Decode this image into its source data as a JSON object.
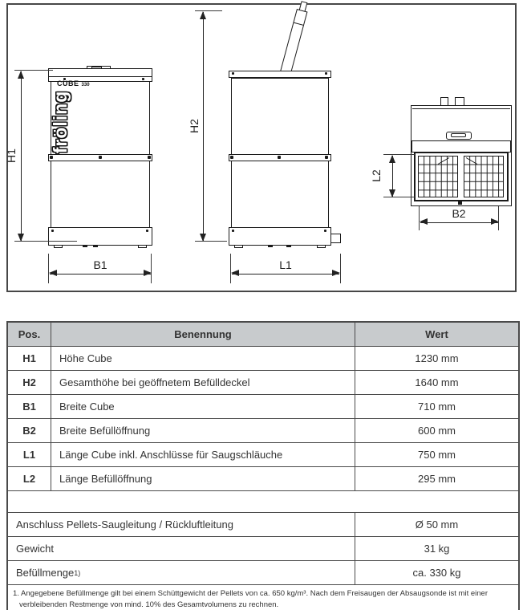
{
  "drawing": {
    "brand_logo": "fröling",
    "model_logo": "CUBE",
    "model_logo_suffix": "330",
    "labels": {
      "h1": "H1",
      "h2": "H2",
      "b1": "B1",
      "b2": "B2",
      "l1": "L1",
      "l2": "L2"
    }
  },
  "table": {
    "headers": {
      "pos": "Pos.",
      "name": "Benennung",
      "value": "Wert"
    },
    "rows": [
      {
        "pos": "H1",
        "name": "Höhe Cube",
        "value": "1230 mm"
      },
      {
        "pos": "H2",
        "name": "Gesamthöhe bei geöffnetem Befülldeckel",
        "value": "1640 mm"
      },
      {
        "pos": "B1",
        "name": "Breite Cube",
        "value": "710 mm"
      },
      {
        "pos": "B2",
        "name": "Breite Befüllöffnung",
        "value": "600 mm"
      },
      {
        "pos": "L1",
        "name": "Länge Cube inkl. Anschlüsse für Saugschläuche",
        "value": "750 mm"
      },
      {
        "pos": "L2",
        "name": "Länge Befüllöffnung",
        "value": "295 mm"
      }
    ],
    "extra_rows": [
      {
        "name": "Anschluss Pellets-Saugleitung / Rückluftleitung",
        "sup": "",
        "value": "Ø 50 mm"
      },
      {
        "name": "Gewicht",
        "sup": "",
        "value": "31 kg"
      },
      {
        "name": "Befüllmenge",
        "sup": "1)",
        "value": "ca. 330 kg"
      }
    ],
    "footnote": {
      "line1": "1. Angegebene Befüllmenge gilt bei einem Schüttgewicht der Pellets von ca. 650 kg/m³. Nach dem Freisaugen der Absaugsonde ist mit einer",
      "line2": "verbleibenden Restmenge von mind. 10% des Gesamtvolumens zu rechnen."
    }
  },
  "colors": {
    "header_bg": "#c8cbcd",
    "table_border": "#4a4a4a",
    "line": "#1a1a1a"
  }
}
